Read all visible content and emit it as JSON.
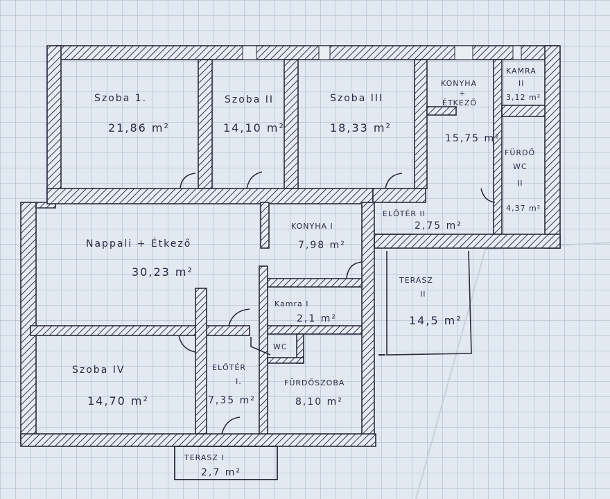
{
  "colors": {
    "paper": "#e3e9f0",
    "grid": "#9fb0c8",
    "ink": "#2a2a44"
  },
  "rooms": {
    "szoba1": {
      "name": "Szoba 1.",
      "area": "21,86 m²"
    },
    "szoba2": {
      "name": "Szoba II",
      "area": "14,10 m²"
    },
    "szoba3": {
      "name": "Szoba III",
      "area": "18,33 m²"
    },
    "konyha2": {
      "name_line1": "KONYHA",
      "name_line2": "+",
      "name_line3": "ÉTKEZŐ",
      "area": "15,75 m²"
    },
    "kamra2": {
      "name_line1": "KAMRA",
      "name_line2": "II",
      "area": "3,12 m²"
    },
    "furdo2": {
      "name_line1": "FÜRDŐ",
      "name_line2": "WC",
      "name_line3": "II",
      "area": "4,37 m²"
    },
    "eloter2": {
      "name": "ELŐTÉR II",
      "area": "2,75 m²"
    },
    "nappali": {
      "name": "Nappali + Étkező",
      "area": "30,23 m²"
    },
    "konyha1": {
      "name": "KONYHA I",
      "area": "7,98 m²"
    },
    "kamra1": {
      "name": "Kamra I",
      "area": "2,1 m²"
    },
    "wc": {
      "name": "WC"
    },
    "szoba4": {
      "name": "Szoba IV",
      "area": "14,70 m²"
    },
    "eloter1": {
      "name_line1": "ELŐTÉR",
      "name_line2": "I.",
      "area": "7,35 m²"
    },
    "furdoszoba": {
      "name": "FÜRDŐSZOBA",
      "area": "8,10 m²"
    },
    "terasz2": {
      "name_line1": "TERASZ",
      "name_line2": "II",
      "area": "14,5 m²"
    },
    "terasz1": {
      "name": "TERASZ I",
      "area": "2,7 m²"
    }
  }
}
